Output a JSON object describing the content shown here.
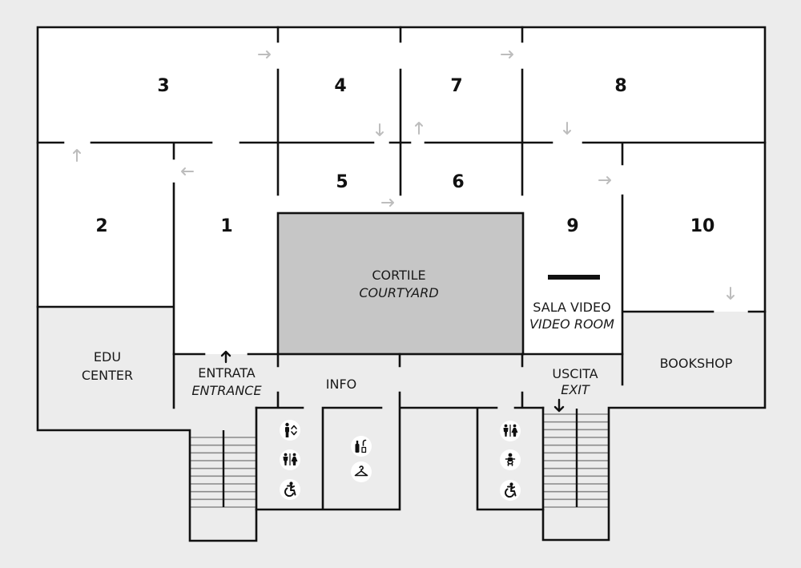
{
  "colors": {
    "background": "#ececec",
    "gallery_fill": "#ffffff",
    "courtyard_fill": "#c6c6c6",
    "service_area_fill": "#ececec",
    "wall": "#111111",
    "route_arrow": "#bdbdbd"
  },
  "rooms": {
    "r1": "1",
    "r2": "2",
    "r3": "3",
    "r4": "4",
    "r5": "5",
    "r6": "6",
    "r7": "7",
    "r8": "8",
    "r9": "9",
    "r10": "10"
  },
  "areas": {
    "courtyard": {
      "it": "CORTILE",
      "en": "COURTYARD"
    },
    "video_room": {
      "it": "SALA VIDEO",
      "en": "VIDEO ROOM"
    },
    "edu_center": {
      "line1": "EDU",
      "line2": "CENTER"
    },
    "entrance": {
      "it": "ENTRATA",
      "en": "ENTRANCE"
    },
    "info": "INFO",
    "exit": {
      "it": "USCITA",
      "en": "EXIT"
    },
    "bookshop": "BOOKSHOP"
  },
  "services": {
    "left_block": [
      "elevator",
      "restrooms",
      "wheelchair-accessible"
    ],
    "middle_block": [
      "water-drinks",
      "cloakroom"
    ],
    "right_block": [
      "restrooms",
      "baby-changing",
      "wheelchair-accessible"
    ]
  }
}
